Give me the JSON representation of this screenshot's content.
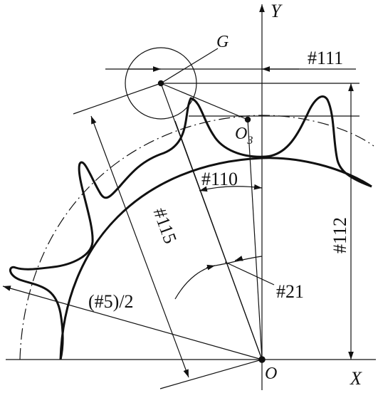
{
  "labels": {
    "y_axis": "Y",
    "x_axis": "X",
    "origin": "O",
    "point_g": "G",
    "point_o3": "O",
    "point_o3_sub": "3",
    "dim_111": "#111",
    "dim_110": "#110",
    "dim_112": "#112",
    "dim_115": "#115",
    "dim_21": "#21",
    "dim_5": "(#5)/2"
  },
  "colors": {
    "ink": "#111111",
    "background": "#ffffff"
  }
}
